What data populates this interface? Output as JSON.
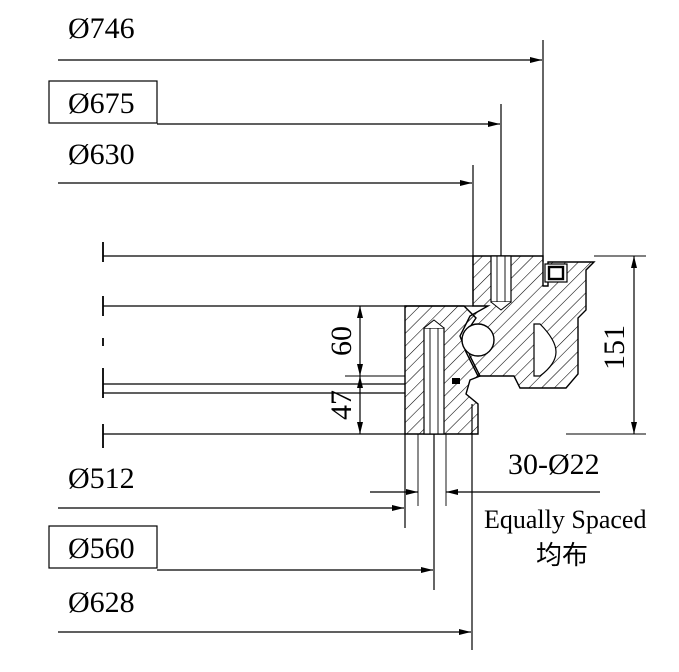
{
  "dimensions": {
    "d746": "Ø746",
    "d675": "Ø675",
    "d630": "Ø630",
    "d512": "Ø512",
    "d560": "Ø560",
    "d628": "Ø628",
    "h60": "60",
    "h47": "47",
    "h151": "151",
    "holes": "30-Ø22"
  },
  "notes": {
    "equally_spaced_en": "Equally Spaced",
    "equally_spaced_cn": "均布"
  }
}
